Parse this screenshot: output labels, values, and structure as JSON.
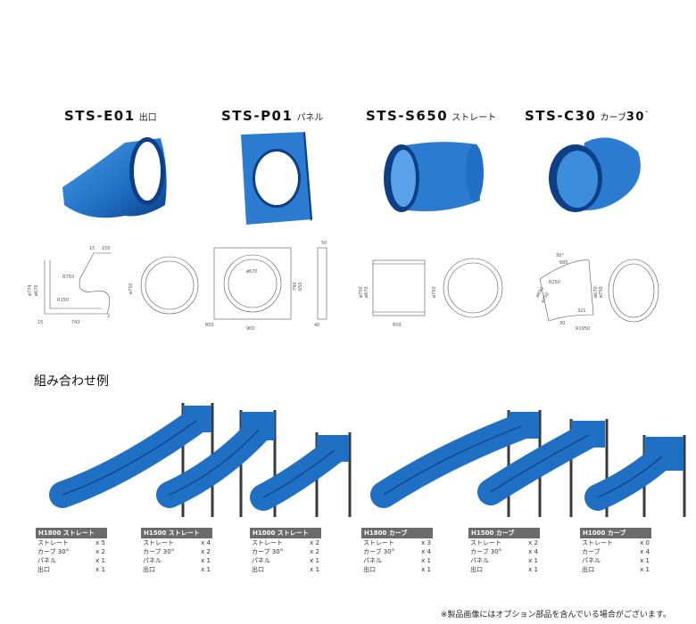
{
  "products": [
    {
      "code": "STS-E01",
      "name": "出口"
    },
    {
      "code": "STS-P01",
      "name": "パネル"
    },
    {
      "code": "STS-S650",
      "name": "ストレート"
    },
    {
      "code": "STS-C30",
      "name": "カーブ",
      "suffix": "30",
      "degree": "°"
    }
  ],
  "dims": {
    "e01": {
      "a": "15",
      "b": "150",
      "c": "ø774",
      "d": "ø670",
      "e": "R750",
      "f": "R150",
      "g": "743",
      "h": "15",
      "i": "2",
      "j": "ø750"
    },
    "p01": {
      "a": "ø670",
      "b": "790",
      "c": "650",
      "d": "900",
      "e": "850",
      "f": "40",
      "g": "50"
    },
    "s650": {
      "a": "ø750",
      "b": "ø670",
      "c": "650",
      "d": "ø750"
    },
    "c30": {
      "a": "30°",
      "b": "685",
      "c": "ø670",
      "d": "ø750",
      "e": "ø690",
      "f": "ø750",
      "g": "R250",
      "h": "R1950",
      "i": "321",
      "j": "30"
    }
  },
  "section_title": "組み合わせ例",
  "combos": [
    {
      "title": "H1800 ストレート",
      "rows": [
        {
          "label": "ストレート",
          "qty": "x 5"
        },
        {
          "label": "カーブ 30°",
          "qty": "x 2"
        },
        {
          "label": "パネル",
          "qty": "x 1"
        },
        {
          "label": "出口",
          "qty": "x 1"
        }
      ]
    },
    {
      "title": "H1500 ストレート",
      "rows": [
        {
          "label": "ストレート",
          "qty": "x 4"
        },
        {
          "label": "カーブ 30°",
          "qty": "x 2"
        },
        {
          "label": "パネル",
          "qty": "x 1"
        },
        {
          "label": "出口",
          "qty": "x 1"
        }
      ]
    },
    {
      "title": "H1000 ストレート",
      "rows": [
        {
          "label": "ストレート",
          "qty": "x 2"
        },
        {
          "label": "カーブ 30°",
          "qty": "x 2"
        },
        {
          "label": "パネル",
          "qty": "x 1"
        },
        {
          "label": "出口",
          "qty": "x 1"
        }
      ]
    },
    {
      "title": "H1800 カーブ",
      "rows": [
        {
          "label": "ストレート",
          "qty": "x 3"
        },
        {
          "label": "カーブ 30°",
          "qty": "x 4"
        },
        {
          "label": "パネル",
          "qty": "x 1"
        },
        {
          "label": "出口",
          "qty": "x 1"
        }
      ]
    },
    {
      "title": "H1500 カーブ",
      "rows": [
        {
          "label": "ストレート",
          "qty": "x 2"
        },
        {
          "label": "カーブ 30°",
          "qty": "x 4"
        },
        {
          "label": "パネル",
          "qty": "x 1"
        },
        {
          "label": "出口",
          "qty": "x 1"
        }
      ]
    },
    {
      "title": "H1000 カーブ",
      "rows": [
        {
          "label": "ストレート",
          "qty": "x 0"
        },
        {
          "label": "カーブ",
          "qty": "x 4"
        },
        {
          "label": "パネル",
          "qty": "x 1"
        },
        {
          "label": "出口",
          "qty": "x 1"
        }
      ]
    }
  ],
  "footnote": "※製品画像にはオプション部品を含んでいる場合がございます。",
  "colors": {
    "slide_blue": "#1f6fc4",
    "slide_dark": "#0d3f86",
    "post": "#3a3a3a"
  }
}
